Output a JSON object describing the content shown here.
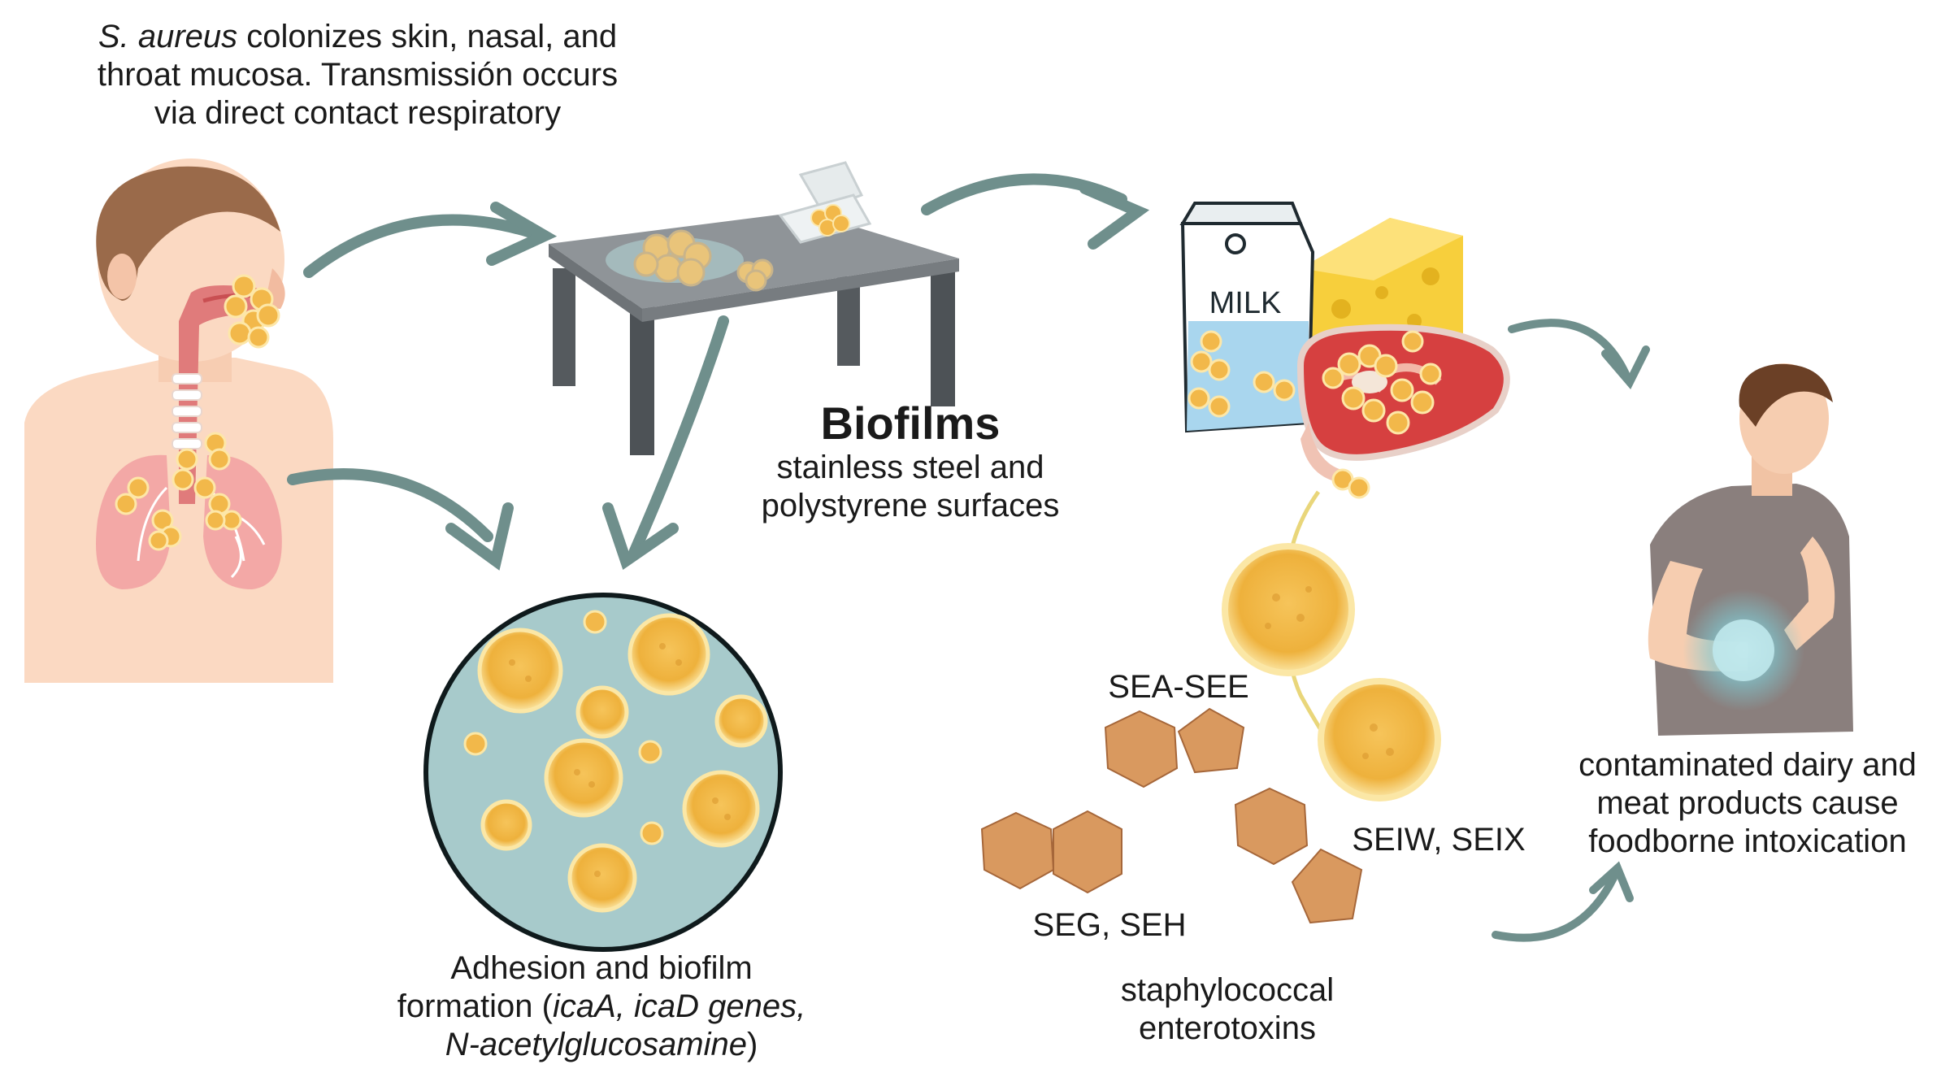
{
  "transmission": {
    "line1_italic": "S. aureus",
    "line1_rest": " colonizes skin, nasal, and",
    "line2": "throat mucosa. Transmissión occurs",
    "line3": "via direct contact respiratory"
  },
  "biofilms": {
    "title": "Biofilms",
    "line1": "stainless steel and",
    "line2": "polystyrene surfaces"
  },
  "adhesion": {
    "line1": "Adhesion and biofilm",
    "line2_plain": "formation (",
    "line2_italic": "icaA, icaD genes,",
    "line3_italic": "N-acetylglucosamine",
    "line3_plain": ")"
  },
  "milk_carton_text": "MILK",
  "toxins": {
    "sea_see": "SEA-SEE",
    "seg_seh": "SEG, SEH",
    "seiw_seix": "SEIW, SEIX",
    "caption_line1": "staphylococcal",
    "caption_line2": "enterotoxins"
  },
  "outcome": {
    "line1": "contaminated dairy and",
    "line2": "meat products cause",
    "line3": "foodborne intoxication"
  },
  "colors": {
    "arrow": "#6f8f8c",
    "bacteria": "#f2b84a",
    "toxin": "#d9995f",
    "skin": "#fbd9c2",
    "table_top": "#8f9498",
    "dish": "#a7cacb"
  }
}
